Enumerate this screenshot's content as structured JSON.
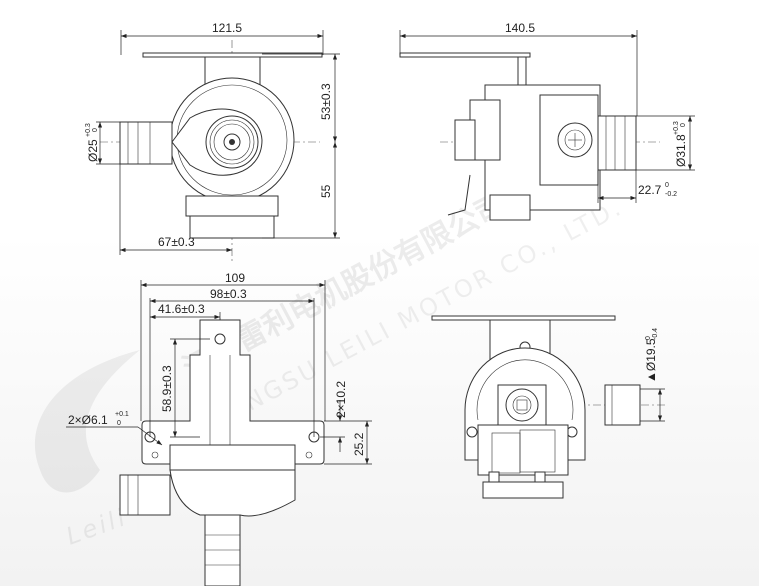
{
  "watermark": {
    "company_cn": "江苏雷利电机股份有限公司",
    "company_en": "JIANGSU LEILI MOTOR CO., LTD.",
    "logo_text": "Leili"
  },
  "views": {
    "front": {
      "width": "121.5",
      "height_upper": "53±0.3",
      "height_lower": "55",
      "offset": "67±0.3",
      "inlet_dia": "Ø25",
      "inlet_dia_tol_upper": "+0.3",
      "inlet_dia_tol_lower": "0"
    },
    "side": {
      "width": "140.5",
      "pipe_dia": "Ø31.8",
      "pipe_dia_tol_upper": "+0.3",
      "pipe_dia_tol_lower": "0",
      "pipe_length": "22.7",
      "pipe_length_tol_upper": "0",
      "pipe_length_tol_lower": "-0.2"
    },
    "top": {
      "overall": "109",
      "hole_spacing": "98±0.3",
      "tab_offset": "41.6±0.3",
      "tab_height": "58.9±0.3",
      "hole_dia": "2×Ø6.1",
      "hole_dia_tol_upper": "+0.1",
      "hole_dia_tol_lower": "0",
      "hole_offset": "2×10.2",
      "flange_height": "25.2"
    },
    "rear": {
      "outlet_dia": "▲Ø19.5",
      "outlet_dia_tol_upper": "0",
      "outlet_dia_tol_lower": "-0.4"
    }
  }
}
